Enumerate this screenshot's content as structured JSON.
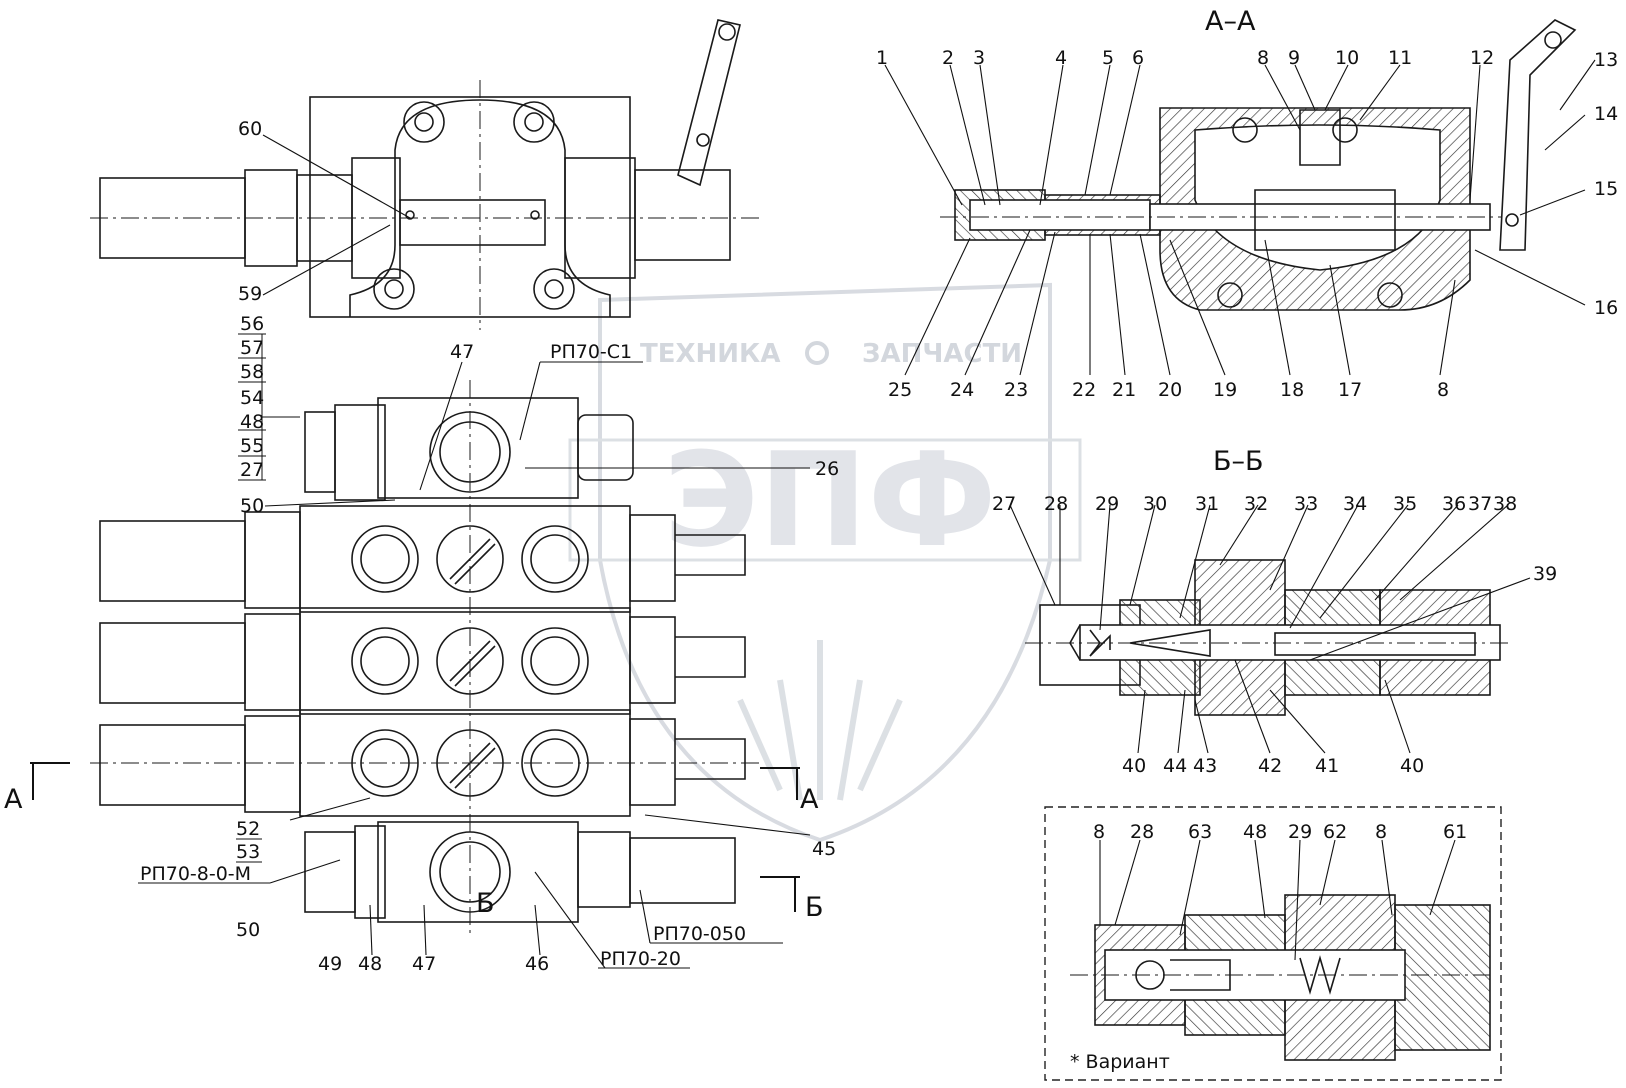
{
  "views": {
    "section_aa": "А–А",
    "section_bb": "Б–Б",
    "variant_caption": "* Вариант",
    "section_mark_a": "А",
    "section_mark_b": "Б"
  },
  "designations": {
    "rp70_c1": "РП70-С1",
    "rp70_8_0_m": "РП70-8-0-М",
    "rp70_050": "РП70-050",
    "rp70_20": "РП70-20"
  },
  "watermark": {
    "brand_logo_text": "ЭПФ",
    "left_word": "ТЕХНИКА",
    "right_word": "ЗАПЧАСТИ"
  },
  "callouts": {
    "top_view": [
      "60",
      "59"
    ],
    "left_column": [
      "56",
      "57",
      "58",
      "54",
      "48",
      "55",
      "27",
      "50",
      "52",
      "53",
      "50"
    ],
    "center_view": [
      "47",
      "26",
      "45",
      "49",
      "48",
      "47",
      "46"
    ],
    "section_aa_top": [
      "1",
      "2",
      "3",
      "4",
      "5",
      "6",
      "8",
      "9",
      "10",
      "11",
      "12",
      "13",
      "14",
      "15",
      "16"
    ],
    "section_aa_bottom": [
      "25",
      "24",
      "23",
      "22",
      "21",
      "20",
      "19",
      "18",
      "17",
      "8"
    ],
    "section_bb_top": [
      "27",
      "28",
      "29",
      "30",
      "31",
      "32",
      "33",
      "34",
      "35",
      "36",
      "37",
      "38",
      "39"
    ],
    "section_bb_bottom": [
      "40",
      "44",
      "43",
      "42",
      "41",
      "40"
    ],
    "variant": [
      "8",
      "28",
      "63",
      "48",
      "29",
      "62",
      "8",
      "61"
    ]
  },
  "colors": {
    "line": "#1a1a1a",
    "hatch": "#333333",
    "watermark": "#cfd3da"
  }
}
